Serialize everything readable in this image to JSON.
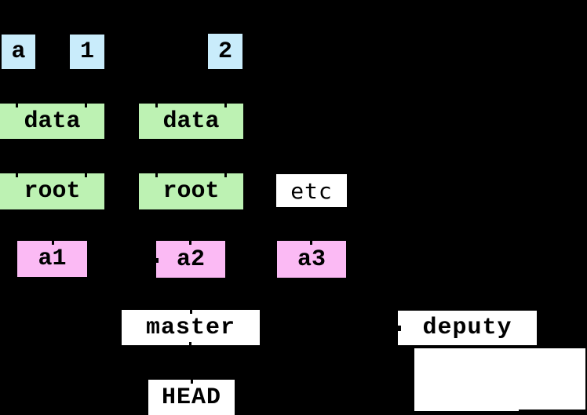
{
  "diagram": {
    "title": "git-object-graph",
    "colors": {
      "background": "#000000",
      "blob": "#c9ecfb",
      "tree": "#bdf2b3",
      "commit": "#fbbaf4",
      "ref": "#ffffff",
      "text": "#000000"
    },
    "nodes": {
      "blob_a": {
        "label": "a",
        "type": "blob"
      },
      "blob_1": {
        "label": "1",
        "type": "blob"
      },
      "blob_2": {
        "label": "2",
        "type": "blob"
      },
      "tree_data_1": {
        "label": "data",
        "type": "tree"
      },
      "tree_data_2": {
        "label": "data",
        "type": "tree"
      },
      "tree_root_1": {
        "label": "root",
        "type": "tree"
      },
      "tree_root_2": {
        "label": "root",
        "type": "tree"
      },
      "etc": {
        "label": "etc",
        "type": "ref"
      },
      "commit_a1": {
        "label": "a1",
        "type": "commit"
      },
      "commit_a2": {
        "label": "a2",
        "type": "commit"
      },
      "commit_a3": {
        "label": "a3",
        "type": "commit"
      },
      "branch_master": {
        "label": "master",
        "type": "ref"
      },
      "branch_deputy": {
        "label": "deputy",
        "type": "ref"
      },
      "head": {
        "label": "HEAD",
        "type": "ref"
      }
    }
  }
}
